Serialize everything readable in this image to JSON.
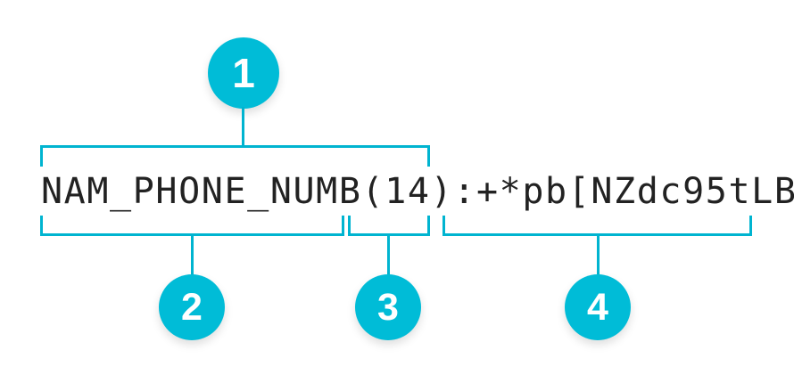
{
  "diagram": {
    "type": "annotated-string-breakdown",
    "background_color": "#ffffff",
    "accent_color": "#00bcd7",
    "bracket_color": "#00b4d0",
    "text_color": "#222222",
    "code_string": "NAM_PHONE_NUMB(14):+*pb[NZdc95tLB",
    "segments": {
      "full_tag": "NAM_PHONE_NUMB(14)",
      "field_name": "NAM_PHONE_NUMB",
      "length": "(14)",
      "separator": ":",
      "value": "+*pb[NZdc95tLB"
    },
    "callouts": [
      {
        "number": "1",
        "position": "top",
        "covers": "NAM_PHONE_NUMB(14)"
      },
      {
        "number": "2",
        "position": "bottom",
        "covers": "NAM_PHONE_NUMB"
      },
      {
        "number": "3",
        "position": "bottom",
        "covers": "(14)"
      },
      {
        "number": "4",
        "position": "bottom",
        "covers": "+*pb[NZdc95tLB"
      }
    ]
  }
}
